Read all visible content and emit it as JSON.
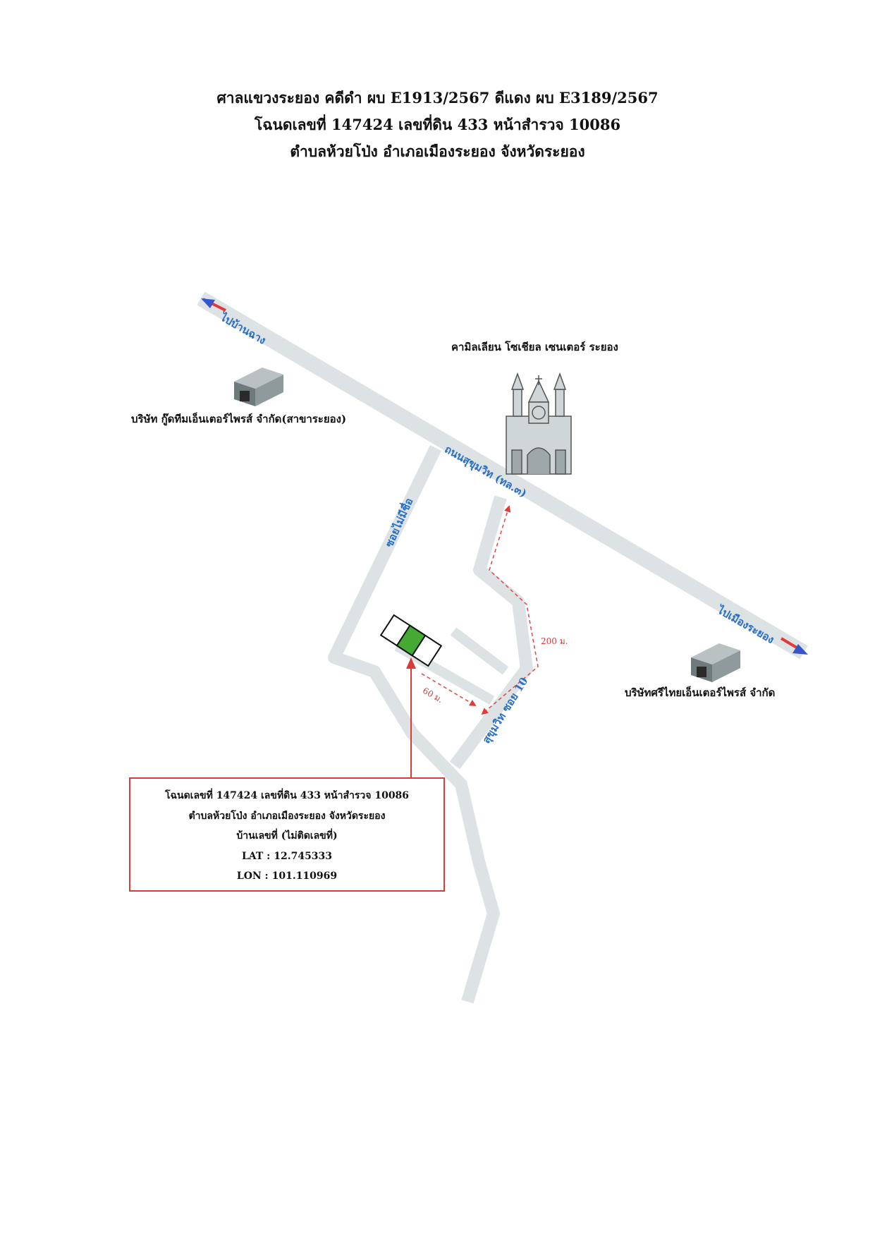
{
  "header": {
    "line1": "ศาลแขวงระยอง คดีดำ  ผบ E1913/2567 ดีแดง ผบ E3189/2567",
    "line2": "โฉนดเลขที่ 147424 เลขที่ดิน 433 หน้าสำรวจ 10086",
    "line3": "ตำบลห้วยโป่ง  อำเภอเมืองระยอง จังหวัดระยอง"
  },
  "map": {
    "road_labels": {
      "to_ban_chang": "ไปบ้านฉาง",
      "to_mueang_rayong": "ไปเมืองระยอง",
      "sukhumvit_road": "ถนนสุขุมวิท (ทล.๓)",
      "unnamed_soi": "ซอยไม่มีชื่อ",
      "sukhumvit_soi_10": "สุขุมวิท ซอย 10"
    },
    "distances": {
      "d200": "200 ม.",
      "d60": "60 ม."
    },
    "landmarks": {
      "camillian": "คามิลเลียน โซเชียล เซนเตอร์ ระยอง",
      "goodtime": "บริษัท กู๊ดทีมเอ็นเตอร์ไพรส์ จำกัด(สาขาระยอง)",
      "srithai": "บริษัทศรีไทยเอ็นเตอร์ไพรส์ จำกัด"
    },
    "colors": {
      "road": "#dde3e4",
      "road_label": "#2a6fc4",
      "arrow_blue": "#3456c9",
      "arrow_red": "#e03a3a",
      "route_dash": "#e05050",
      "parcel_green": "#44aa33",
      "box_border": "#d93a3a"
    }
  },
  "infobox": {
    "line1": "โฉนดเลขที่ 147424 เลขที่ดิน 433 หน้าสำรวจ 10086",
    "line2": "ตำบลห้วยโป่ง  อำเภอเมืองระยอง จังหวัดระยอง",
    "line3": "บ้านเลขที่ (ไม่ติดเลขที่)",
    "lat": "LAT : 12.745333",
    "lon": "LON :   101.110969"
  }
}
